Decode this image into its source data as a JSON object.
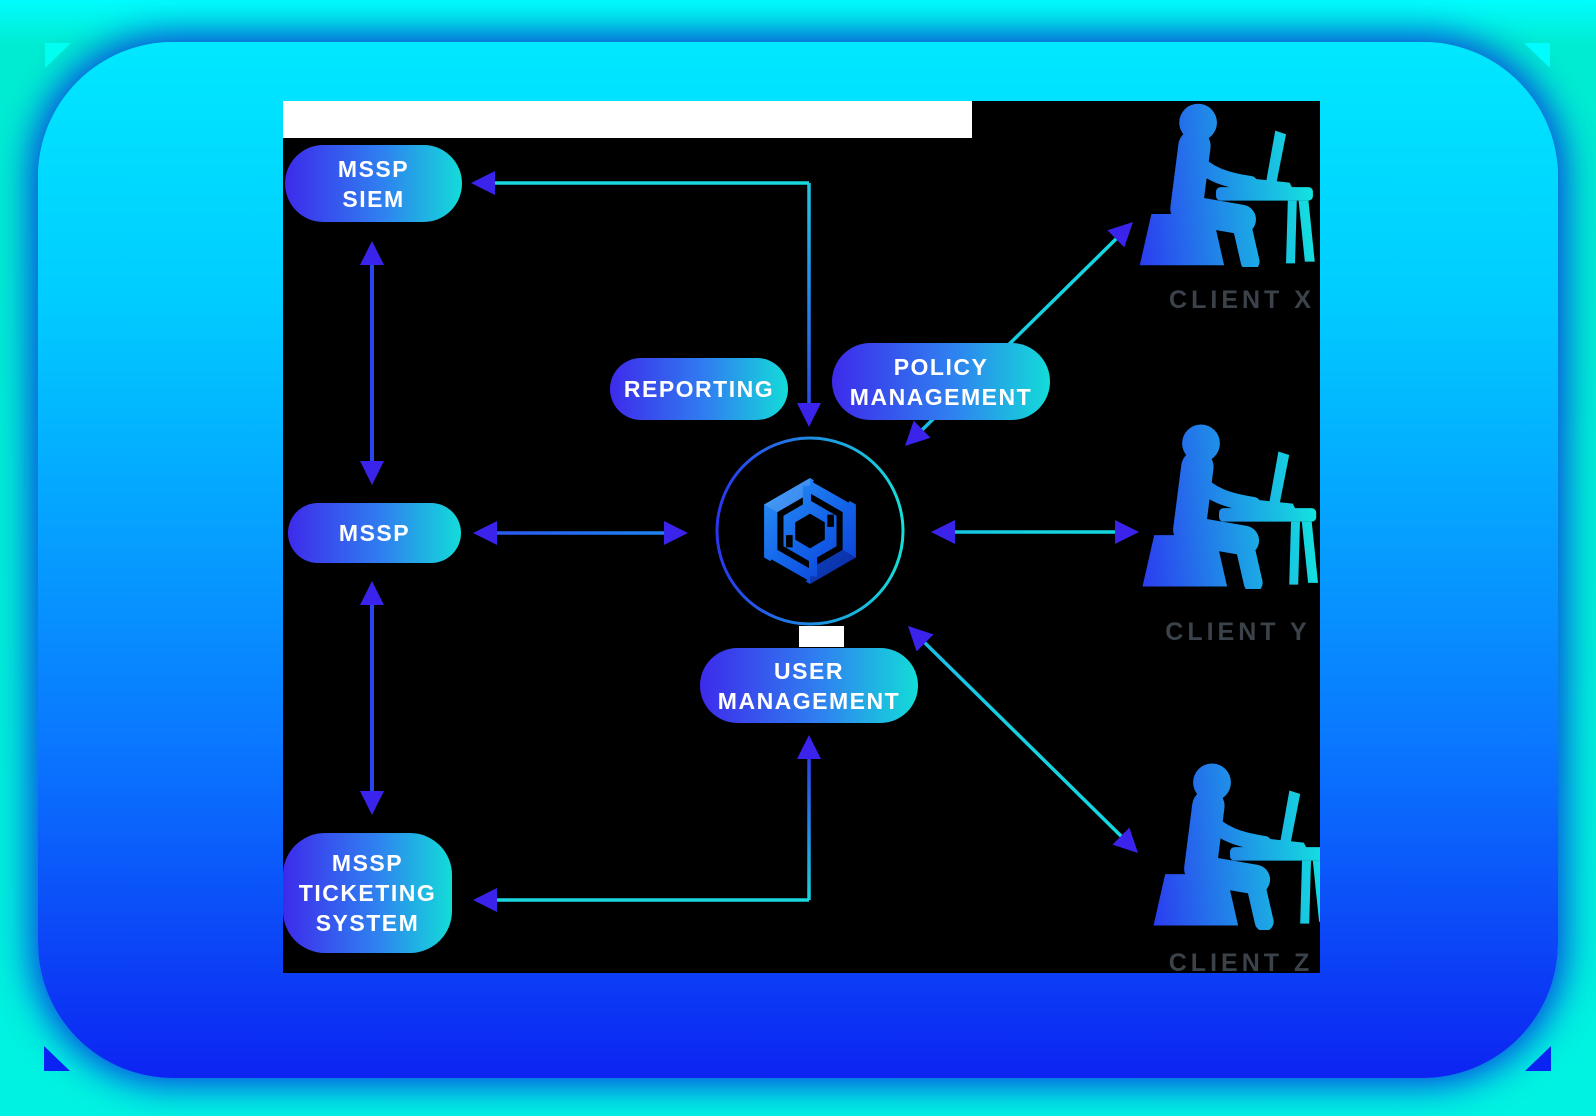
{
  "palette": {
    "pill_gradient_start": "#3d2beb",
    "pill_gradient_end": "#13dcd8",
    "line_blue": "#2b3fee",
    "line_cyan": "#19d8de",
    "client_label_color": "#3b4249",
    "frame_top": "#00e8ff",
    "frame_bottom": "#0d24f2",
    "canvas_background": "#000000"
  },
  "nodes": {
    "mssp_siem": {
      "lines": [
        "MSSP",
        "SIEM"
      ]
    },
    "mssp": {
      "lines": [
        "MSSP"
      ]
    },
    "mssp_ticketing": {
      "lines": [
        "MSSP",
        "TICKETING",
        "SYSTEM"
      ]
    },
    "reporting": {
      "lines": [
        "REPORTING"
      ]
    },
    "policy": {
      "lines": [
        "POLICY",
        "MANAGEMENT"
      ]
    },
    "user": {
      "lines": [
        "USER",
        "MANAGEMENT"
      ]
    }
  },
  "clients": [
    {
      "label": "CLIENT X",
      "icon": "person-at-desk-icon"
    },
    {
      "label": "CLIENT Y",
      "icon": "person-at-desk-icon"
    },
    {
      "label": "CLIENT Z",
      "icon": "person-at-desk-icon"
    }
  ],
  "center": {
    "icon": "hexagon-cube-logo"
  }
}
